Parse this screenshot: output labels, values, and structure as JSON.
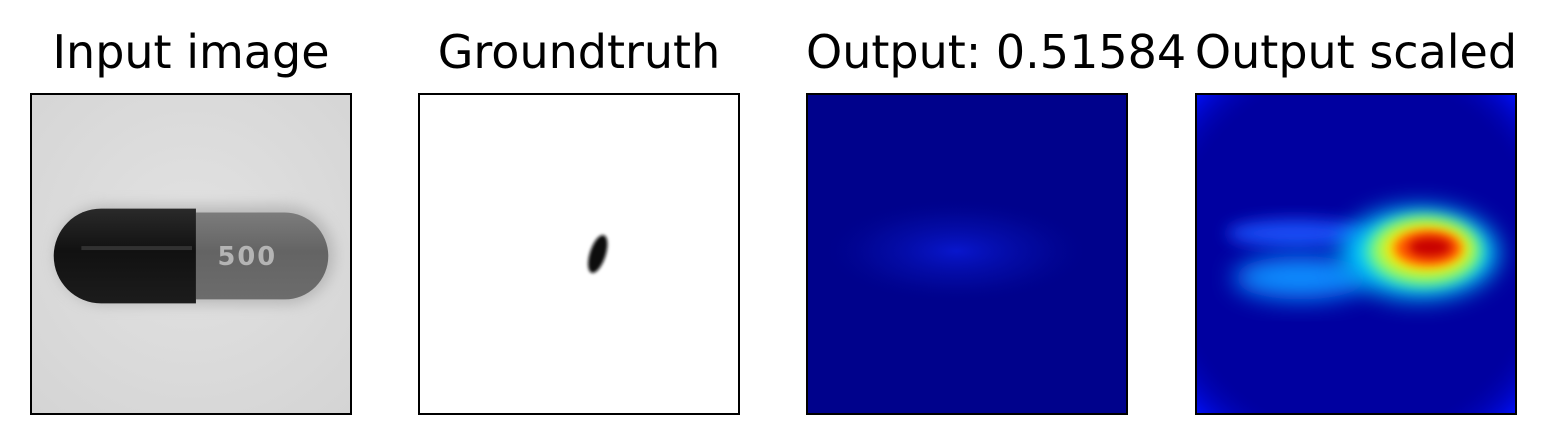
{
  "panels": [
    {
      "title": "Input image",
      "content": "grayscale-capsule-photo",
      "capsule_print": "500"
    },
    {
      "title": "Groundtruth",
      "content": "binary-defect-mask"
    },
    {
      "title": "Output: 0.51584",
      "content": "jet-heatmap-unscaled"
    },
    {
      "title": "Output scaled",
      "content": "jet-heatmap-scaled"
    }
  ],
  "colors": {
    "frame": "#000000",
    "jet_low": "#00008b",
    "jet_mid": "#00ffff",
    "jet_high": "#cc0000"
  }
}
